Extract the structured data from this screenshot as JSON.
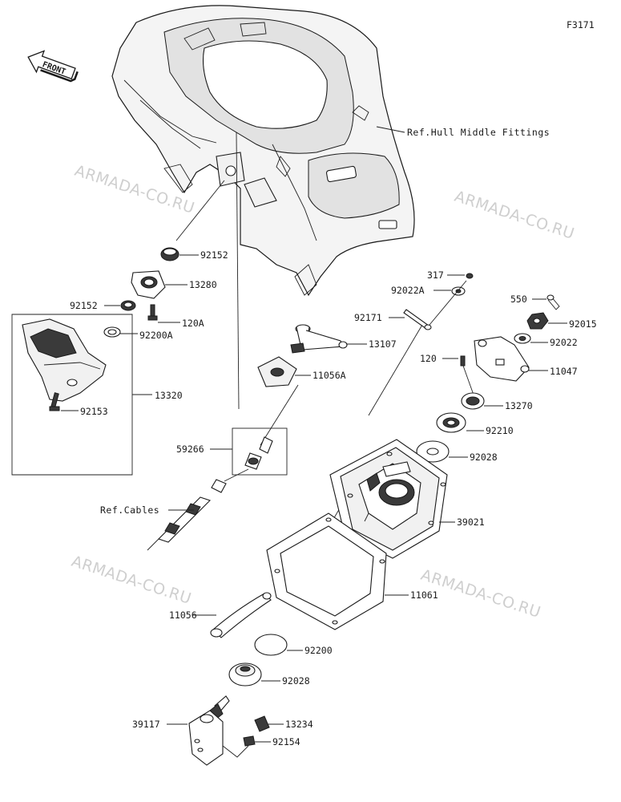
{
  "diagram_code": "F3171",
  "front_label": "FRONT",
  "watermarks": [
    {
      "text": "ARMADA-CO.RU"
    },
    {
      "text": "ARMADA-CO.RU"
    },
    {
      "text": "ARMADA-CO.RU"
    },
    {
      "text": "ARMADA-CO.RU"
    }
  ],
  "callouts": {
    "ref_hull": "Ref.Hull Middle Fittings",
    "p92152_top": "92152",
    "p13280": "13280",
    "p92152_left": "92152",
    "p120A": "120A",
    "p92200A": "92200A",
    "p13320": "13320",
    "p92153": "92153",
    "p13107": "13107",
    "p11056A": "11056A",
    "p59266": "59266",
    "ref_cables": "Ref.Cables",
    "p317": "317",
    "p92022A": "92022A",
    "p92171": "92171",
    "p550": "550",
    "p92015": "92015",
    "p92022": "92022",
    "p120": "120",
    "p11047": "11047",
    "p13270": "13270",
    "p92210": "92210",
    "p92028_top": "92028",
    "p39021": "39021",
    "p11061": "11061",
    "p11056": "11056",
    "p92200": "92200",
    "p92028_bottom": "92028",
    "p39117": "39117",
    "p13234": "13234",
    "p92154": "92154"
  }
}
